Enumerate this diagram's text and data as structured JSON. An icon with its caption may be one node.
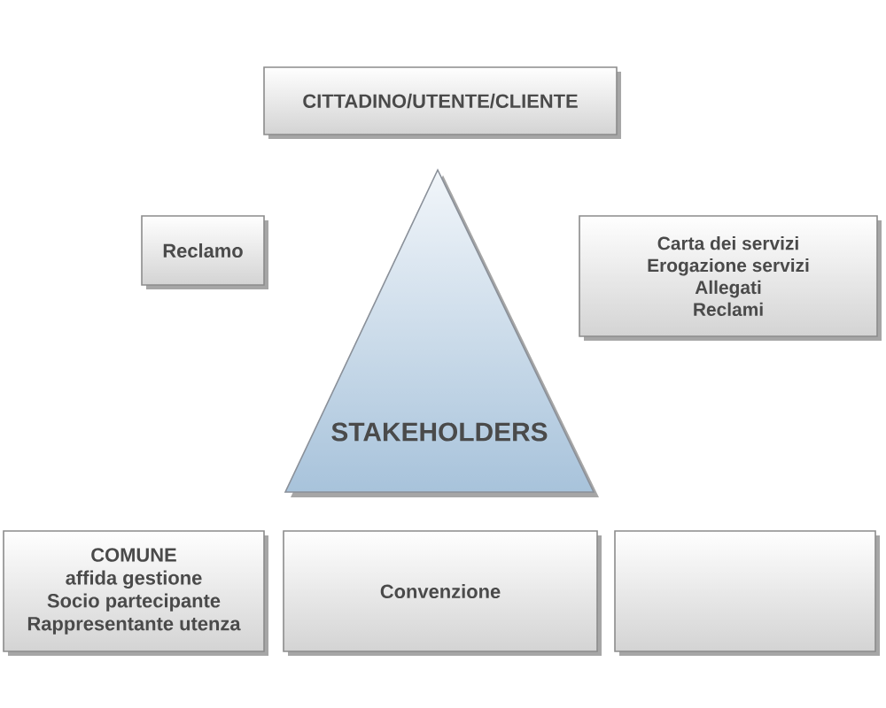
{
  "diagram": {
    "nodes": [
      {
        "text": [
          "CITTADINO/UTENTE/CLIENTE"
        ]
      },
      {
        "text": [
          "Reclamo"
        ]
      },
      {
        "text": [
          "Carta dei servizi",
          "Erogazione servizi",
          "Allegati",
          "Reclami"
        ]
      },
      {
        "text": [
          "STAKEHOLDERS"
        ]
      },
      {
        "text": [
          "COMUNE",
          "affida gestione",
          "Socio partecipante",
          "Rappresentante utenza"
        ]
      },
      {
        "text": [
          "Convenzione"
        ]
      },
      {
        "text": [],
        "shape": "box"
      }
    ]
  }
}
